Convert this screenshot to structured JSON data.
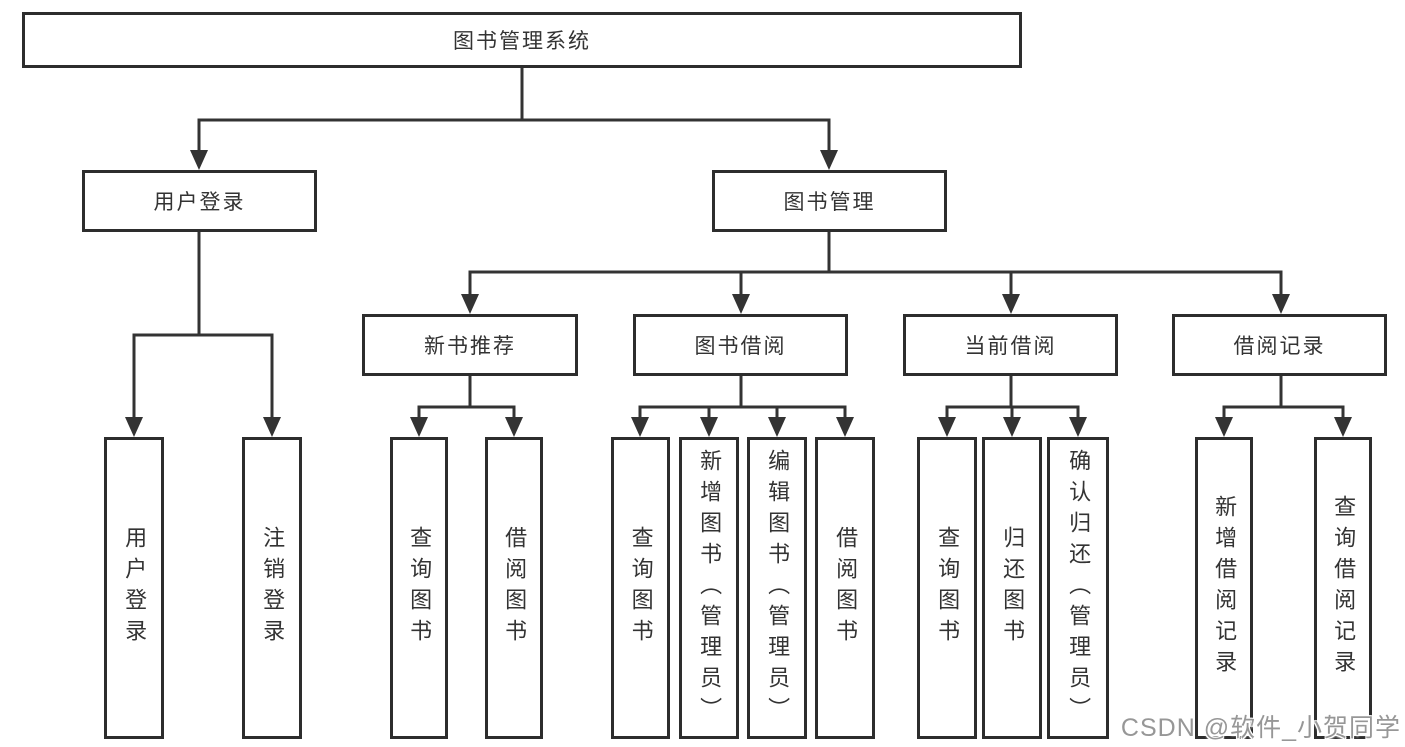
{
  "diagram": {
    "tree": {
      "root": {
        "label": "图书管理系统"
      },
      "level2": [
        {
          "label": "用户登录",
          "children": [
            {
              "label": "用户登录"
            },
            {
              "label": "注销登录"
            }
          ]
        },
        {
          "label": "图书管理",
          "children": [
            {
              "label": "新书推荐",
              "children": [
                {
                  "label": "查询图书"
                },
                {
                  "label": "借阅图书"
                }
              ]
            },
            {
              "label": "图书借阅",
              "children": [
                {
                  "label": "查询图书"
                },
                {
                  "label": "新增图书（管理员）"
                },
                {
                  "label": "编辑图书（管理员）"
                },
                {
                  "label": "借阅图书"
                }
              ]
            },
            {
              "label": "当前借阅",
              "children": [
                {
                  "label": "查询图书"
                },
                {
                  "label": "归还图书"
                },
                {
                  "label": "确认归还（管理员）"
                }
              ]
            },
            {
              "label": "借阅记录",
              "children": [
                {
                  "label": "新增借阅记录"
                },
                {
                  "label": "查询借阅记录"
                }
              ]
            }
          ]
        }
      ]
    }
  },
  "watermark": {
    "text": "CSDN @软件_小贺同学"
  },
  "colors": {
    "line": "#333333",
    "box_border": "#2d2d2d",
    "text": "#333333",
    "watermark": "#979797",
    "background": "#ffffff"
  }
}
